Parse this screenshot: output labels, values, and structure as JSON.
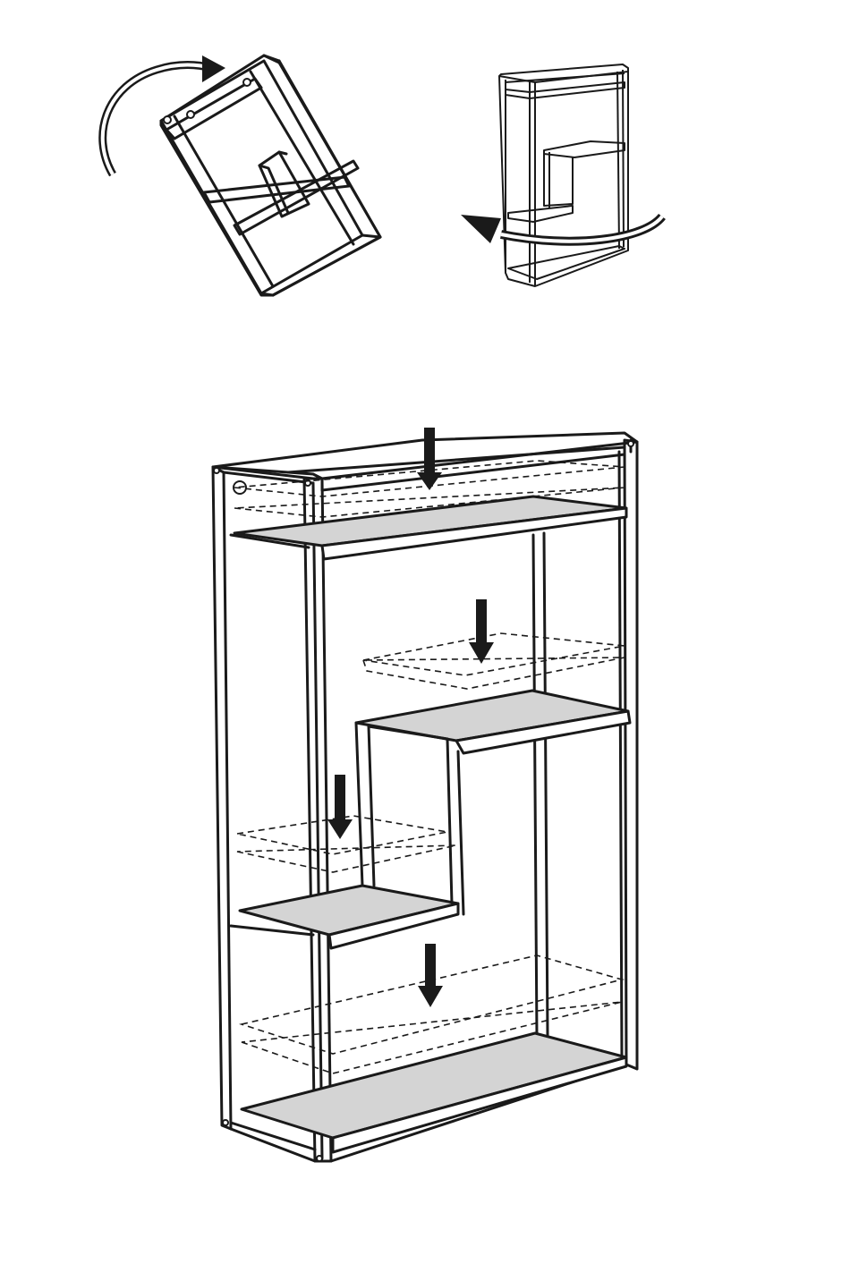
{
  "figure": {
    "panels": [
      {
        "id": "rotate-over",
        "icon": "rotate-clockwise-arrow-icon"
      },
      {
        "id": "turn-around",
        "icon": "rotate-around-arrow-icon"
      },
      {
        "id": "insert-shelves",
        "icon": "down-arrow-icon",
        "shelf_count": 4
      }
    ],
    "colors": {
      "line": "#1a1a1a",
      "shelf_fill": "#d4d4d4",
      "background": "#ffffff"
    }
  }
}
